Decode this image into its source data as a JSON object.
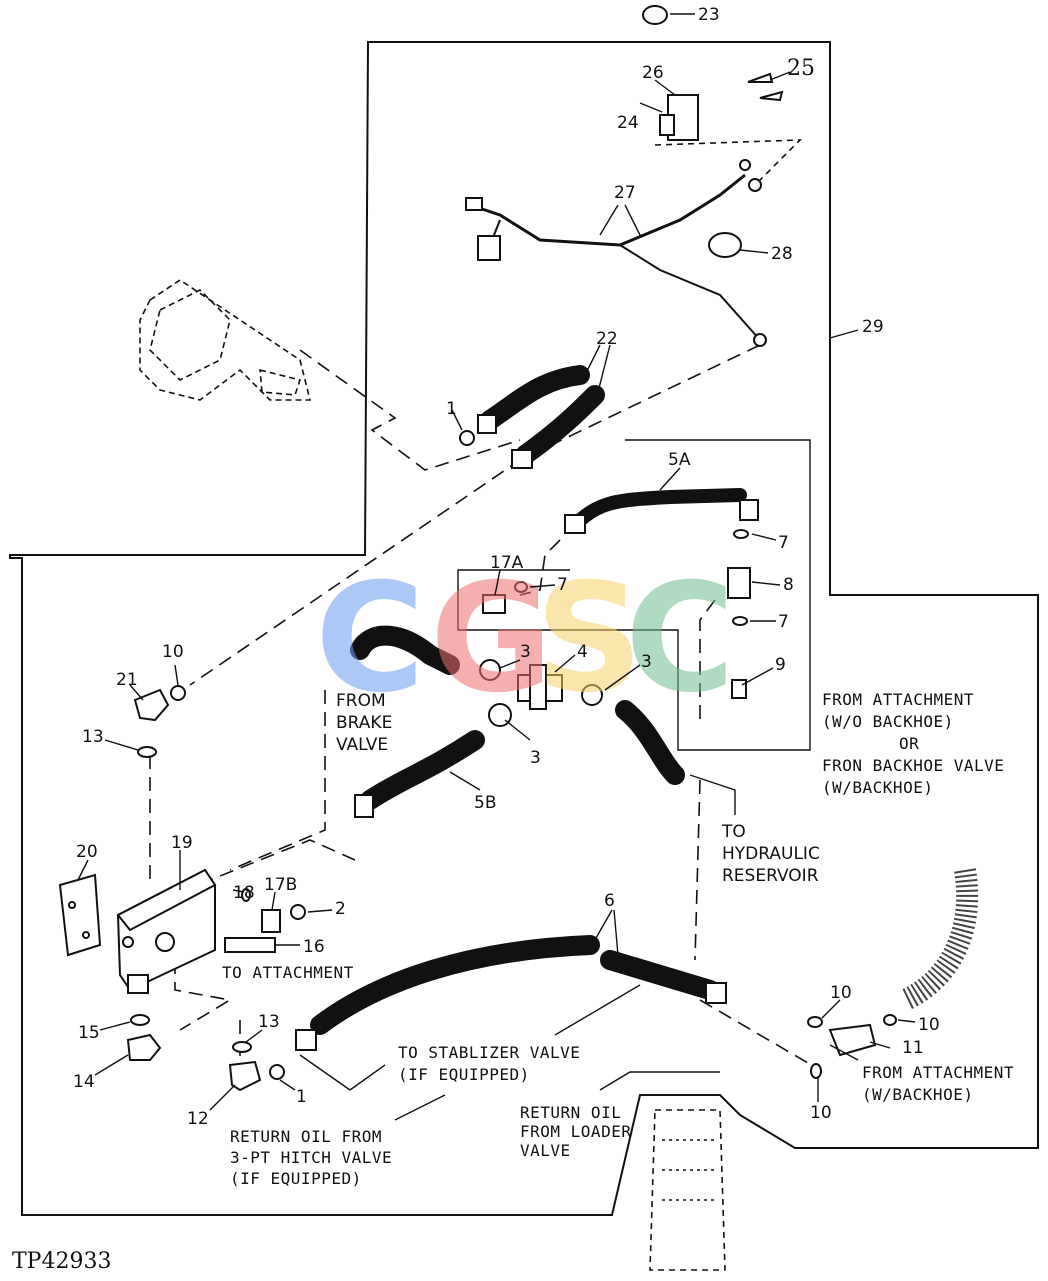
{
  "diagram": {
    "reference_code": "TP42933",
    "watermark_letters": [
      {
        "char": "C",
        "color": "#6a9cf0"
      },
      {
        "char": "G",
        "color": "#ee6f6c"
      },
      {
        "char": "S",
        "color": "#f7d36a"
      },
      {
        "char": "C",
        "color": "#6dbf8f"
      }
    ],
    "callouts": {
      "c1a": "1",
      "c1b": "1",
      "c2": "2",
      "c3a": "3",
      "c3b": "3",
      "c3c": "3",
      "c4": "4",
      "c5a": "5A",
      "c5b": "5B",
      "c6": "6",
      "c7a": "7",
      "c7b": "7",
      "c7c": "7",
      "c8": "8",
      "c9": "9",
      "c10a": "10",
      "c10b": "10",
      "c10c": "10",
      "c10d": "10",
      "c11": "11",
      "c12": "12",
      "c13a": "13",
      "c13b": "13",
      "c14": "14",
      "c15": "15",
      "c16": "16",
      "c17a": "17A",
      "c17b": "17B",
      "c18": "18",
      "c19": "19",
      "c20": "20",
      "c21": "21",
      "c22": "22",
      "c23": "23",
      "c24": "24",
      "c25": "25",
      "c26": "26",
      "c27": "27",
      "c28": "28",
      "c29": "29"
    },
    "notes": {
      "brake": [
        "FROM",
        "BRAKE",
        "VALVE"
      ],
      "attach_wo": [
        "FROM ATTACHMENT",
        "(W/O BACKHOE)",
        "OR",
        "FRON BACKHOE VALVE",
        "(W/BACKHOE)"
      ],
      "reservoir": [
        "TO",
        "HYDRAULIC",
        "RESERVOIR"
      ],
      "to_attachment": "TO ATTACHMENT",
      "stabilizer": [
        "TO STABLIZER VALVE",
        "(IF EQUIPPED)"
      ],
      "loader": [
        "RETURN OIL",
        "FROM LOADER",
        "VALVE"
      ],
      "hitch": [
        "RETURN OIL FROM",
        "3-PT HITCH VALVE",
        "(IF EQUIPPED)"
      ],
      "attach_w": [
        "FROM ATTACHMENT",
        "(W/BACKHOE)"
      ]
    }
  }
}
